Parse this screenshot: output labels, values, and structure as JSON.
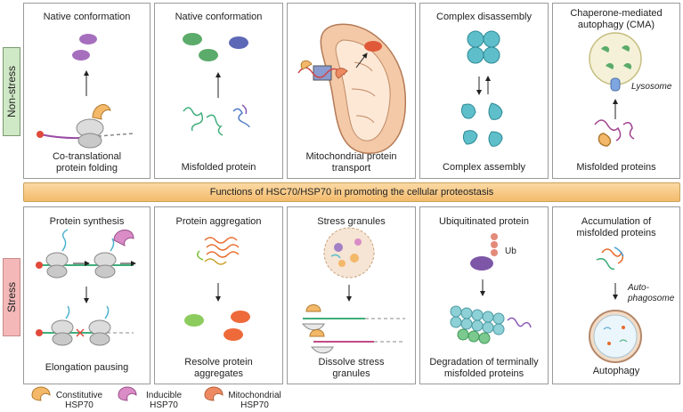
{
  "side_labels": {
    "top": "Non-stress",
    "bottom": "Stress"
  },
  "banner": "Functions of HSC70/HSP70 in promoting the cellular proteostasis",
  "top_panels": [
    {
      "top_label": "Native conformation",
      "bottom_label": "Co-translational protein folding"
    },
    {
      "top_label": "Native conformation",
      "bottom_label": "Misfolded protein"
    },
    {
      "top_label": "",
      "bottom_label": "Mitochondrial protein transport"
    },
    {
      "top_label": "Complex disassembly",
      "bottom_label": "Complex assembly"
    },
    {
      "top_label": "Chaperone-mediated autophagy (CMA)",
      "bottom_label": "Misfolded proteins",
      "inner_label": "Lysosome"
    }
  ],
  "bottom_panels": [
    {
      "top_label": "Protein synthesis",
      "bottom_label": "Elongation pausing"
    },
    {
      "top_label": "Protein aggregation",
      "bottom_label": "Resolve protein aggregates"
    },
    {
      "top_label": "Stress granules",
      "bottom_label": "Dissolve stress granules"
    },
    {
      "top_label": "Ubiquitinated protein",
      "bottom_label": "Degradation of terminally misfolded proteins",
      "inner_label": "Ub"
    },
    {
      "top_label": "Accumulation of misfolded proteins",
      "bottom_label": "Autophagy",
      "inner_label": "Auto-phagosome"
    }
  ],
  "legend": [
    {
      "label": "Constitutive HSP70",
      "color": "#f3b868"
    },
    {
      "label": "Inducible HSP70",
      "color": "#d98cc5"
    },
    {
      "label": "Mitochondrial HSP70",
      "color": "#ee8a62"
    }
  ],
  "colors": {
    "nonstress_side": "#cfe8c6",
    "stress_side": "#f4b8b8",
    "banner": "#f6c67d"
  }
}
